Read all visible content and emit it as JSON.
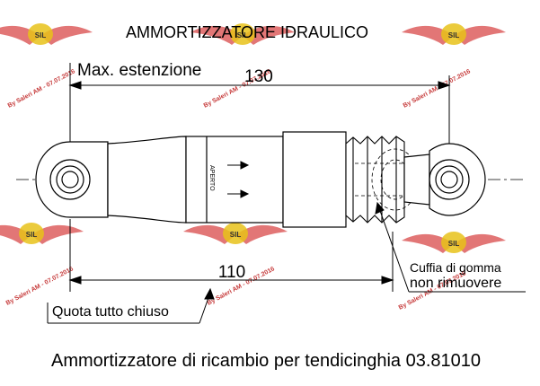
{
  "title": "AMMORTIZZATORE IDRAULICO",
  "max_extension_label": "Max. estenzione",
  "dim_extended": "130",
  "dim_closed": "110",
  "closed_label": "Quota tutto chiuso",
  "boot_label_line1": "Cuffia di gomma",
  "boot_label_line2": "non rimuovere",
  "body_text": "APERTO",
  "caption": "Ammortizzatore di ricambio per tendicinghia 03.81010",
  "watermark": {
    "text": "By Saleri AM - 07.07.2016",
    "badge_text": "SIL",
    "color": "#c63a3a",
    "badge_color": "#e8c21a"
  }
}
